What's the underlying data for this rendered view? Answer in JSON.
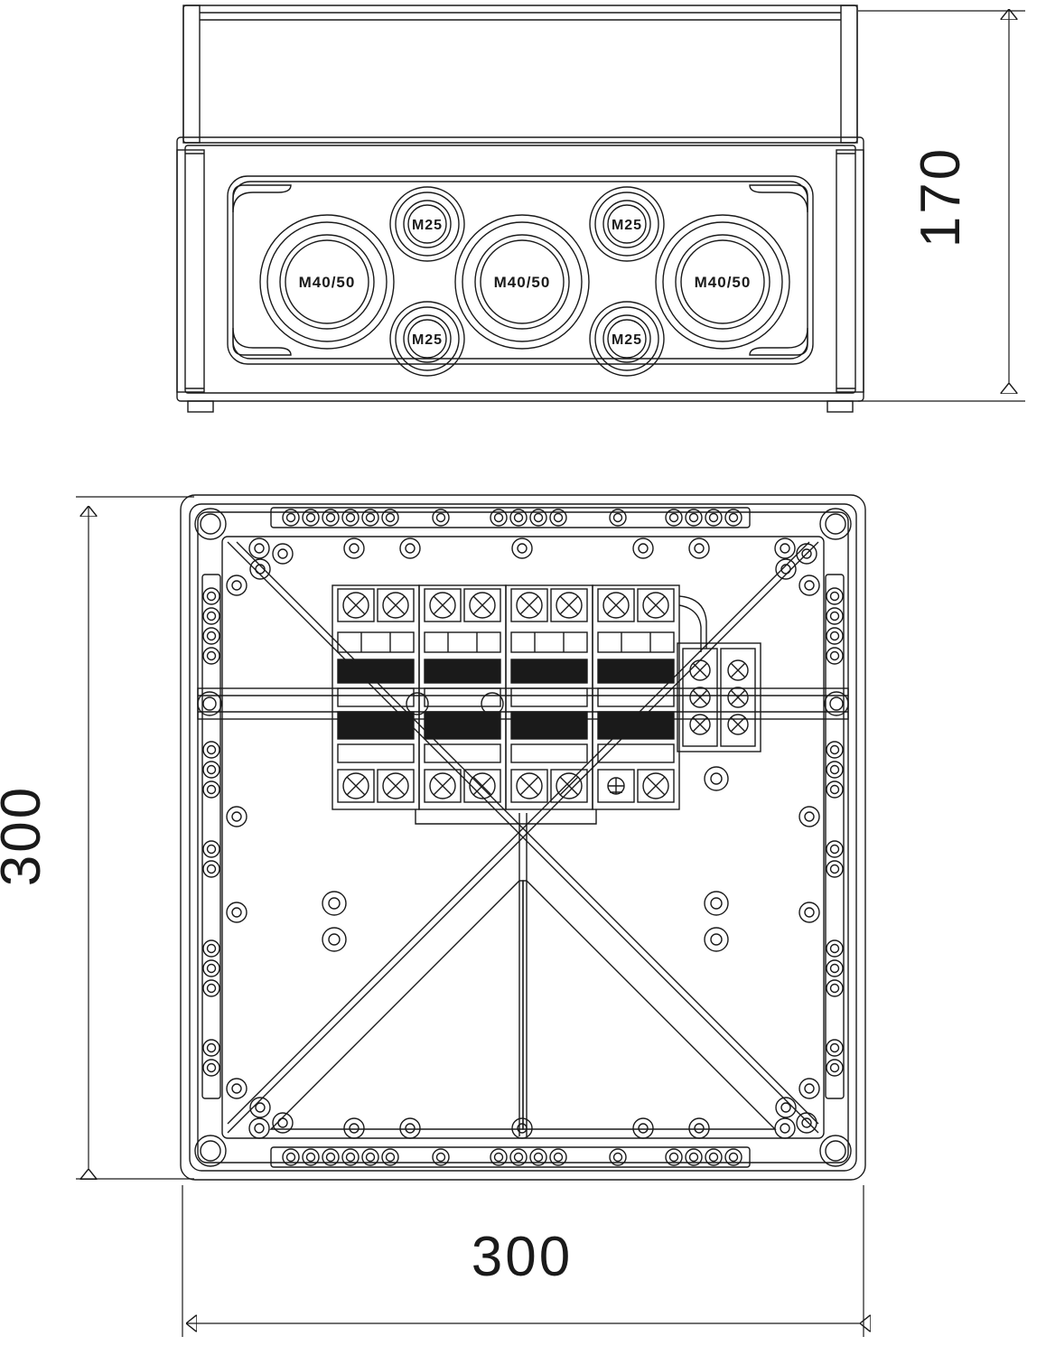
{
  "drawing": {
    "title": "Technical dimension drawing of junction box (side view and top view)",
    "dimensions": {
      "height_label": "170",
      "width_label": "300",
      "depth_label": "300"
    },
    "side_view": {
      "name": "side-view",
      "cable_entries": [
        {
          "id": "entry-left-m40",
          "label": "M40/50"
        },
        {
          "id": "entry-top-left-m25",
          "label": "M25"
        },
        {
          "id": "entry-bottom-left-m25",
          "label": "M25"
        },
        {
          "id": "entry-center-m40",
          "label": "M40/50"
        },
        {
          "id": "entry-top-right-m25",
          "label": "M25"
        },
        {
          "id": "entry-bottom-right-m25",
          "label": "M25"
        },
        {
          "id": "entry-right-m40",
          "label": "M40/50"
        }
      ]
    },
    "top_view": {
      "name": "top-view",
      "components": [
        {
          "id": "breaker-1",
          "label": ""
        },
        {
          "id": "breaker-2",
          "label": ""
        },
        {
          "id": "breaker-3",
          "label": ""
        },
        {
          "id": "breaker-4",
          "label": ""
        },
        {
          "id": "terminal-block",
          "label": ""
        }
      ]
    }
  },
  "colors": {
    "line": "#1a1a1a",
    "fill": "#ffffff",
    "dark": "#000000"
  }
}
